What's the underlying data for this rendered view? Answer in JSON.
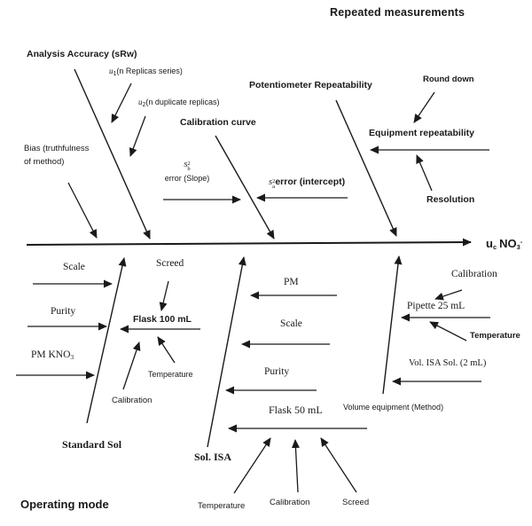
{
  "diagram": {
    "type": "fishbone",
    "title": "Repeated measurements",
    "effect": {
      "base": "u",
      "base_sub": "c",
      "rest": "NO",
      "rest_sub": "3",
      "rest_sup": "-"
    },
    "top_left": {
      "analysis_accuracy": "Analysis Accuracy (sRw)",
      "u1": {
        "base": "u",
        "sub": "1",
        "rest": "(n Replicas series)"
      },
      "u2": {
        "base": "u",
        "sub": "2",
        "rest": "(n duplicate replicas)"
      },
      "bias_line1": "Bias (truthfulness",
      "bias_line2": "of method)"
    },
    "top_middle": {
      "calibration_curve": "Calibration curve",
      "slope": {
        "base": "s",
        "sup": "2",
        "sub": "b",
        "caption": "error (Slope)"
      },
      "intercept": {
        "base": "s",
        "sup": "2",
        "sub": "a",
        "caption": "error (intercept)"
      }
    },
    "top_right": {
      "potentiometer": "Potentiometer Repeatability",
      "round_down": "Round down",
      "equipment_repeatability": "Equipment repeatability",
      "resolution": "Resolution"
    },
    "bottom_left": {
      "scale": "Scale",
      "screed": "Screed",
      "purity": "Purity",
      "pm_kno3": {
        "base": "PM KNO",
        "sub": "3"
      },
      "flask": "Flask 100 mL",
      "temperature": "Temperature",
      "calibration": "Calibration",
      "branch": "Standard Sol",
      "category": "Operating mode"
    },
    "bottom_middle": {
      "pm": "PM",
      "scale": "Scale",
      "purity": "Purity",
      "flask": "Flask 50 mL",
      "branch": "Sol. ISA",
      "temperature": "Temperature",
      "calibration": "Calibration",
      "screed": "Screed"
    },
    "bottom_right": {
      "calibration": "Calibration",
      "pipette": "Pipette 25 mL",
      "temperature": "Temperature",
      "vol_isa": "Vol. ISA Sol. (2 mL)",
      "branch": "Volume equipment (Method)"
    },
    "colors": {
      "ink": "#1a1a1a",
      "background": "#ffffff"
    }
  }
}
